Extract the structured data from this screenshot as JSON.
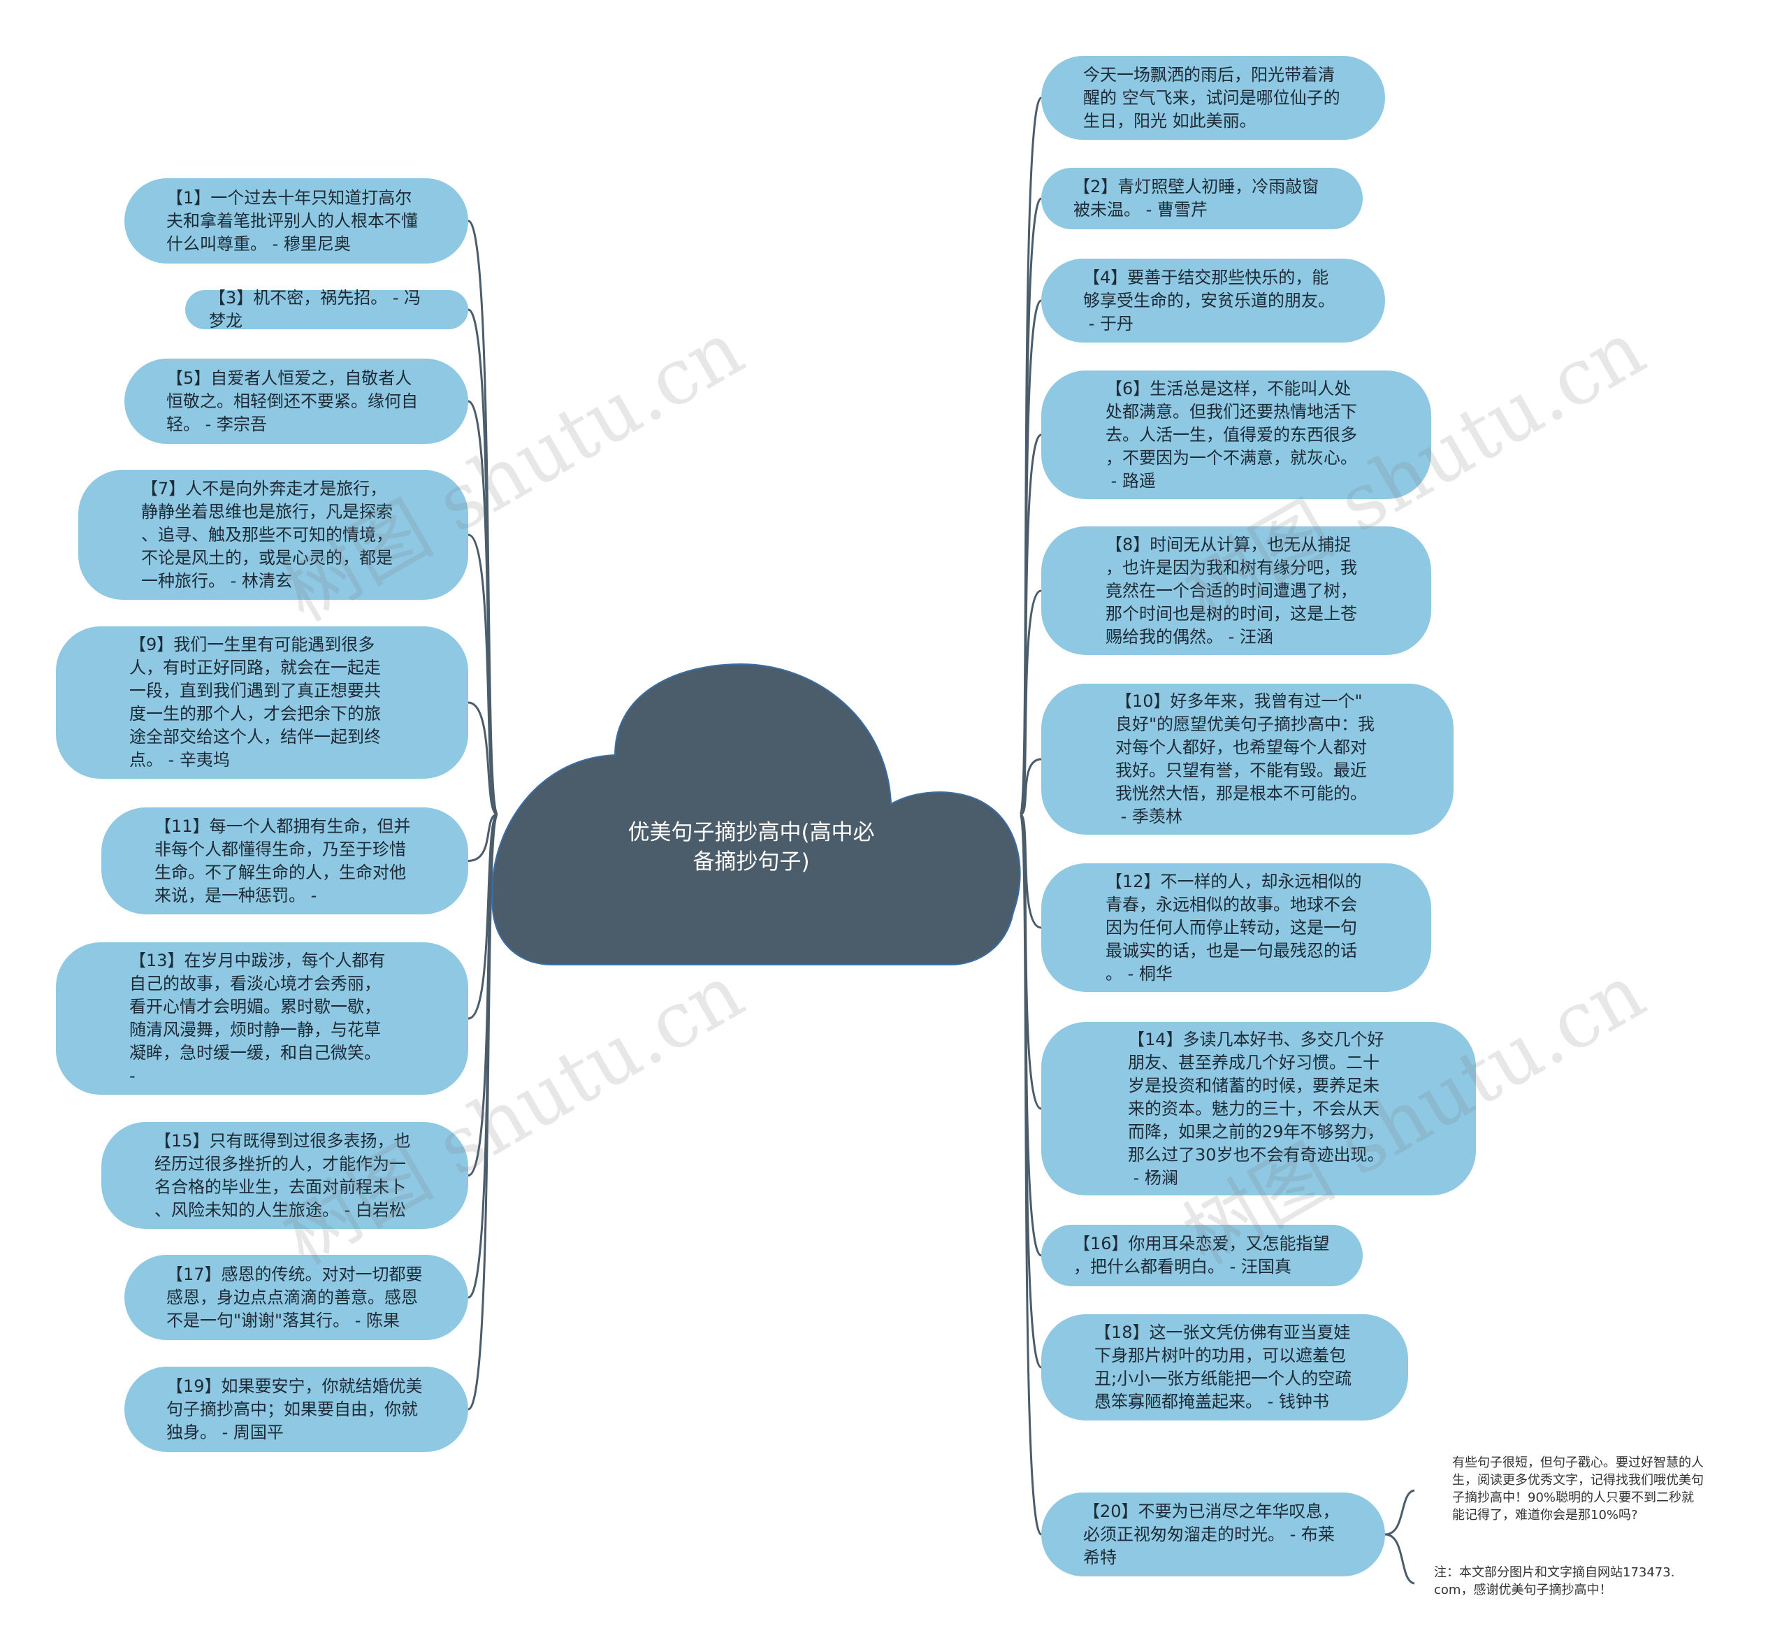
{
  "center": {
    "title_line1": "优美句子摘抄高中(高中必",
    "title_line2": "备摘抄句子)"
  },
  "left_nodes": [
    {
      "text": "【1】一个过去十年只知道打高尔\n夫和拿着笔批评别人的人根本不懂\n什么叫尊重。 - 穆里尼奥"
    },
    {
      "text": "【3】机不密，祸先招。 - 冯梦龙"
    },
    {
      "text": "【5】自爱者人恒爱之，自敬者人\n恒敬之。相轻倒还不要紧。缘何自\n轻。 - 李宗吾"
    },
    {
      "text": "【7】人不是向外奔走才是旅行，\n静静坐着思维也是旅行，凡是探索\n、追寻、触及那些不可知的情境，\n不论是风土的，或是心灵的，都是\n一种旅行。 - 林清玄"
    },
    {
      "text": "【9】我们一生里有可能遇到很多\n人，有时正好同路，就会在一起走\n一段，直到我们遇到了真正想要共\n度一生的那个人，才会把余下的旅\n途全部交给这个人，结伴一起到终\n点。 - 辛夷坞"
    },
    {
      "text": "【11】每一个人都拥有生命，但并\n非每个人都懂得生命，乃至于珍惜\n生命。不了解生命的人，生命对他\n来说，是一种惩罚。 -"
    },
    {
      "text": "【13】在岁月中跋涉，每个人都有\n自己的故事，看淡心境才会秀丽，\n看开心情才会明媚。累时歇一歇，\n随清风漫舞，烦时静一静，与花草\n凝眸，急时缓一缓，和自己微笑。\n-"
    },
    {
      "text": "【15】只有既得到过很多表扬，也\n经历过很多挫折的人，才能作为一\n名合格的毕业生，去面对前程未卜\n、风险未知的人生旅途。 - 白岩松"
    },
    {
      "text": "【17】感恩的传统。对对一切都要\n感恩，身边点点滴滴的善意。感恩\n不是一句\"谢谢\"落其行。 - 陈果"
    },
    {
      "text": "【19】如果要安宁，你就结婚优美\n句子摘抄高中；如果要自由，你就\n独身。 - 周国平"
    }
  ],
  "right_nodes": [
    {
      "text": "今天一场飘洒的雨后，阳光带着清\n醒的 空气飞来，试问是哪位仙子的\n生日，阳光 如此美丽。"
    },
    {
      "text": "【2】青灯照壁人初睡，冷雨敲窗\n被未温。 - 曹雪芹"
    },
    {
      "text": "【4】要善于结交那些快乐的，能\n够享受生命的，安贫乐道的朋友。\n - 于丹"
    },
    {
      "text": "【6】生活总是这样，不能叫人处\n处都满意。但我们还要热情地活下\n去。人活一生，值得爱的东西很多\n，不要因为一个不满意，就灰心。\n - 路遥"
    },
    {
      "text": "【8】时间无从计算，也无从捕捉\n，也许是因为我和树有缘分吧，我\n竟然在一个合适的时间遭遇了树，\n那个时间也是树的时间，这是上苍\n赐给我的偶然。 - 汪涵"
    },
    {
      "text": "【10】好多年来，我曾有过一个\"\n良好\"的愿望优美句子摘抄高中：我\n对每个人都好，也希望每个人都对\n我好。只望有誉，不能有毁。最近\n我恍然大悟，那是根本不可能的。\n - 季羡林"
    },
    {
      "text": "【12】不一样的人，却永远相似的\n青春，永远相似的故事。地球不会\n因为任何人而停止转动，这是一句\n最诚实的话，也是一句最残忍的话\n。 - 桐华"
    },
    {
      "text": "【14】多读几本好书、多交几个好\n朋友、甚至养成几个好习惯。二十\n岁是投资和储蓄的时候，要养足未\n来的资本。魅力的三十，不会从天\n而降，如果之前的29年不够努力，\n那么过了30岁也不会有奇迹出现。\n - 杨澜"
    },
    {
      "text": "【16】你用耳朵恋爱，又怎能指望\n，把什么都看明白。 - 汪国真"
    },
    {
      "text": "【18】这一张文凭仿佛有亚当夏娃\n下身那片树叶的功用，可以遮羞包\n丑;小小一张方纸能把一个人的空疏\n愚笨寡陋都掩盖起来。 - 钱钟书"
    },
    {
      "text": "【20】不要为已消尽之年华叹息，\n必须正视匆匆溜走的时光。 - 布莱\n希特"
    }
  ],
  "notes": [
    {
      "text": "有些句子很短，但句子戳心。要过好智慧的人\n生，阅读更多优秀文字，记得找我们哦优美句\n子摘抄高中！90%聪明的人只要不到二秒就\n能记得了，难道你会是那10%吗?"
    },
    {
      "text": "注：本文部分图片和文字摘自网站173473.\ncom，感谢优美句子摘抄高中！"
    }
  ],
  "watermark": "树图 shutu.cn",
  "colors": {
    "node_fill": "#8fc8e3",
    "cloud_fill": "#4b5c6b",
    "cloud_stroke": "#3a6ea5",
    "connector": "#4b5c6b"
  }
}
